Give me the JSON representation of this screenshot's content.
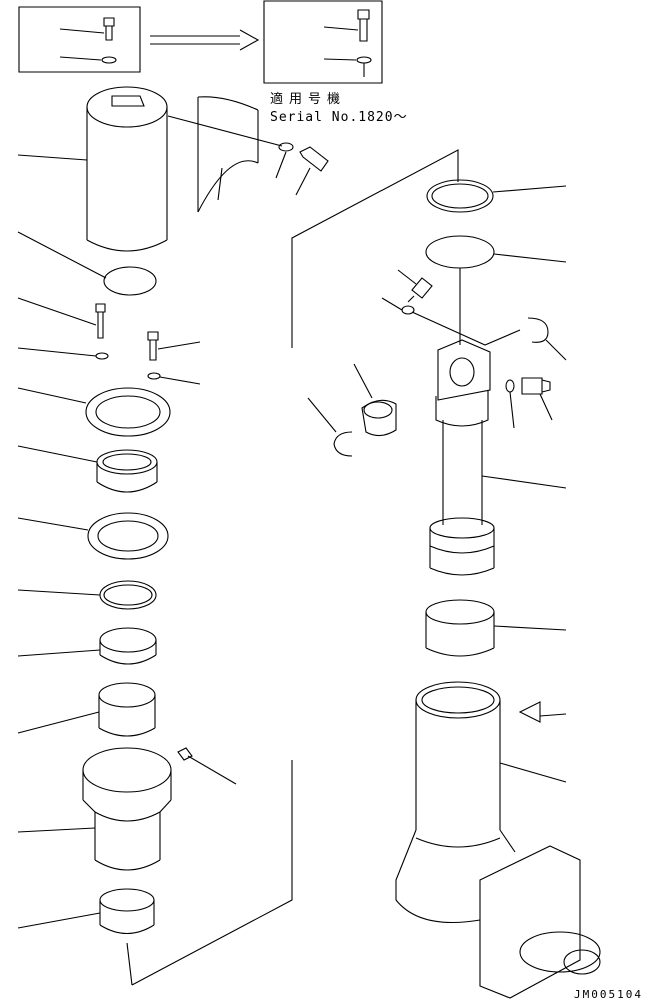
{
  "diagram": {
    "serial_note_jp": "適用号機",
    "serial_note_en": "Serial No.1820～",
    "drawing_code": "JM005104"
  }
}
